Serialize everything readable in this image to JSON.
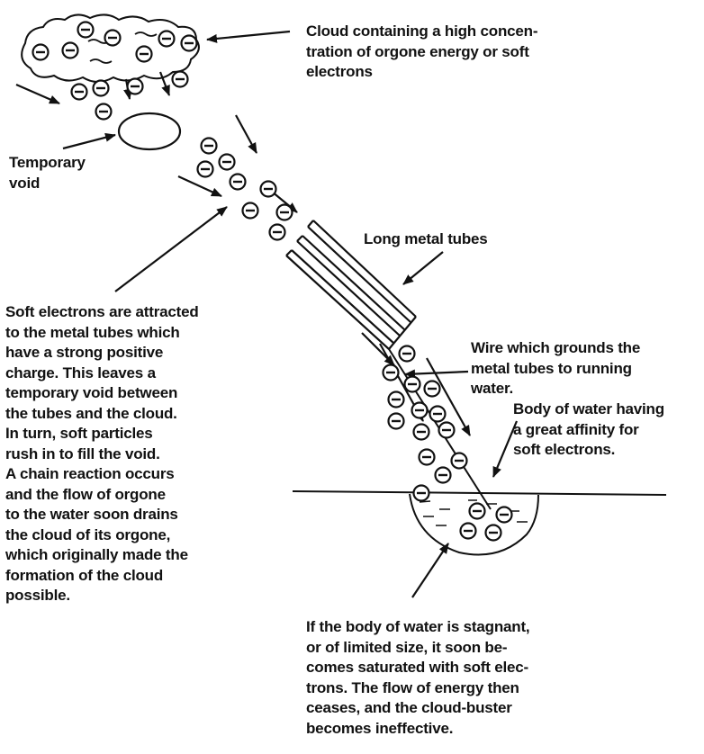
{
  "labels": {
    "cloud": [
      "Cloud containing a high concen-",
      "tration of orgone energy or soft",
      "electrons"
    ],
    "temporary_void": [
      "Temporary",
      "void"
    ],
    "long_metal_tubes": [
      "Long metal tubes"
    ],
    "soft_electrons_attracted": [
      "Soft electrons are attracted",
      "to the metal tubes which",
      "have a strong positive",
      "charge. This leaves a",
      "temporary void between",
      "the tubes and the cloud.",
      "In turn, soft particles",
      "rush in to fill the void.",
      "A chain reaction occurs",
      "and the flow of orgone",
      "to the water soon drains",
      "the cloud of its orgone,",
      "which originally made the",
      "formation of the cloud",
      "possible."
    ],
    "wire": [
      "Wire which grounds the",
      "metal tubes to running",
      "water."
    ],
    "body_of_water": [
      "Body of water having",
      "a great affinity for",
      "soft electrons."
    ],
    "stagnant_water": [
      "If the body of water is stagnant,",
      "or of limited size, it soon be-",
      "comes saturated with soft elec-",
      "trons. The flow of energy then",
      "ceases, and the cloud-buster",
      "becomes ineffective."
    ]
  },
  "symbols": {
    "electron": "Θ"
  }
}
